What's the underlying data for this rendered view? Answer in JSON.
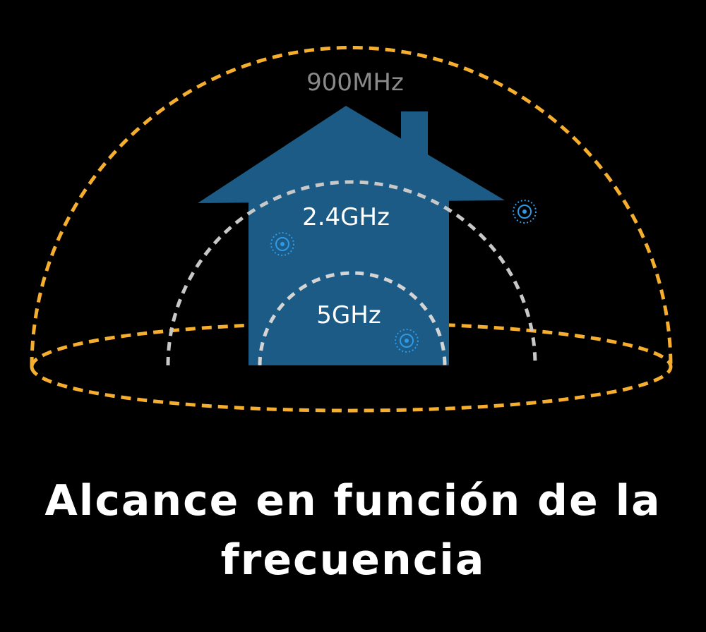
{
  "diagram": {
    "labels": {
      "band_900": "900MHz",
      "band_24": "2.4GHz",
      "band_5": "5GHz"
    },
    "colors": {
      "background": "#000000",
      "house": "#1b5b85",
      "range_900": "#f5ae2e",
      "range_24": "#c8c8c8",
      "range_5": "#d4d4d4",
      "label_900": "#8a8a8a",
      "label_24": "#ffffff",
      "label_5": "#ffffff",
      "device": "#2f9ae6"
    },
    "icons": [
      "house-icon",
      "wifi-device-icon"
    ]
  },
  "caption": {
    "text": "Alcance en función de la frecuencia"
  }
}
